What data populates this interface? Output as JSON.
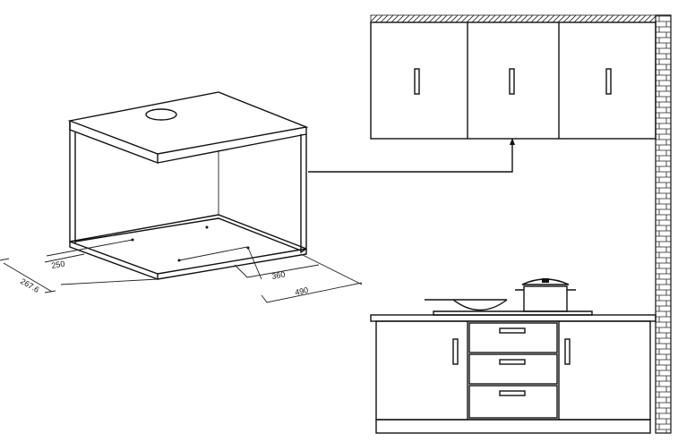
{
  "diagram": {
    "dimensions": {
      "depth_label": "267.6",
      "offset_label": "250",
      "inner_width_label": "360",
      "outer_width_label": "490"
    }
  }
}
